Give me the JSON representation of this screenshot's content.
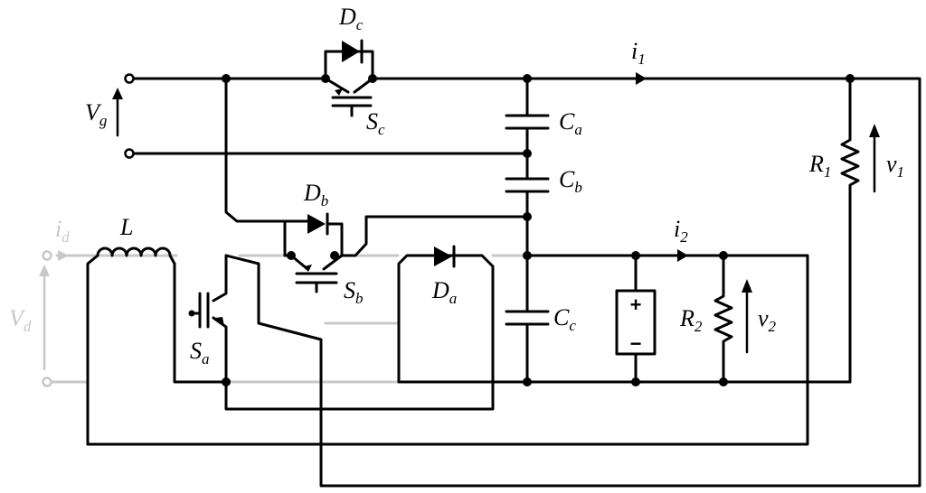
{
  "labels": {
    "Dc": {
      "main": "D",
      "sub": "c"
    },
    "i1": {
      "main": "i",
      "sub": "1"
    },
    "Vg": {
      "main": "V",
      "sub": "g"
    },
    "Sc": {
      "main": "S",
      "sub": "c"
    },
    "Ca": {
      "main": "C",
      "sub": "a"
    },
    "Cb": {
      "main": "C",
      "sub": "b"
    },
    "R1": {
      "main": "R",
      "sub": "1"
    },
    "v1": {
      "main": "v",
      "sub": "1"
    },
    "Db": {
      "main": "D",
      "sub": "b"
    },
    "id": {
      "main": "i",
      "sub": "d"
    },
    "L": {
      "main": "L"
    },
    "i2": {
      "main": "i",
      "sub": "2"
    },
    "Sb": {
      "main": "S",
      "sub": "b"
    },
    "Da": {
      "main": "D",
      "sub": "a"
    },
    "Vd": {
      "main": "V",
      "sub": "d"
    },
    "Cc": {
      "main": "C",
      "sub": "c"
    },
    "R2": {
      "main": "R",
      "sub": "2"
    },
    "v2": {
      "main": "v",
      "sub": "2"
    },
    "Sa": {
      "main": "S",
      "sub": "a"
    }
  },
  "battery": {
    "plus": "+",
    "minus": "−"
  },
  "colors": {
    "wire": "#000000",
    "external_source": "#c8c8c8",
    "background": "#ffffff"
  }
}
